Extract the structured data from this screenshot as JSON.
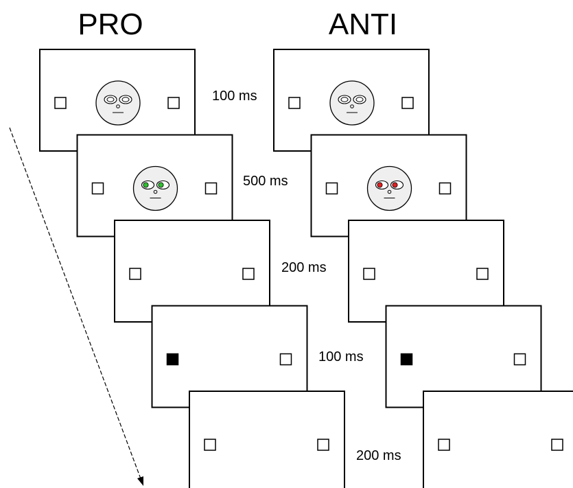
{
  "columns": [
    {
      "id": "pro",
      "title": "PRO",
      "gaze_color": "#2fbf2f",
      "durations": [
        "100 ms",
        "500 ms",
        "200 ms",
        "100 ms",
        "200 ms"
      ]
    },
    {
      "id": "anti",
      "title": "ANTI",
      "gaze_color": "#e02020",
      "durations": []
    }
  ],
  "frames": [
    {
      "stage": "fixation",
      "face": "neutral",
      "cue": false
    },
    {
      "stage": "gaze-cue",
      "face": "gaze-right",
      "cue": false
    },
    {
      "stage": "blank",
      "face": "none",
      "cue": false
    },
    {
      "stage": "target",
      "face": "none",
      "cue": true,
      "target_side": "left"
    },
    {
      "stage": "response",
      "face": "none",
      "cue": false
    }
  ],
  "time_arrow": {
    "style": "dashed"
  }
}
